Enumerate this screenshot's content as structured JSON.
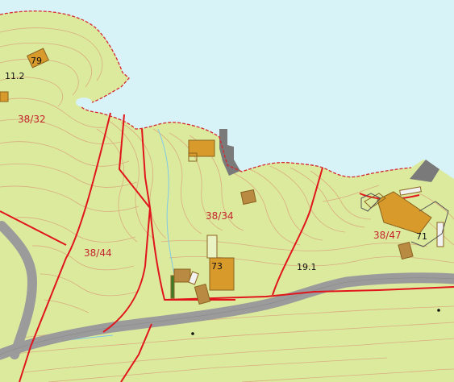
{
  "colors": {
    "water": "#d8f3f8",
    "land": "#dcea9d",
    "contour": "#d9a37a",
    "boundary": "#e0161c",
    "road": "#9b9b9b",
    "building": "#d89a2a",
    "shoreline": "#d5282f"
  },
  "parcels": [
    {
      "id": "38/32"
    },
    {
      "id": "38/34"
    },
    {
      "id": "38/44"
    },
    {
      "id": "38/47"
    }
  ],
  "house_numbers": [
    "79",
    "73",
    "71"
  ],
  "other_labels": [
    "11.2",
    "19.1"
  ]
}
